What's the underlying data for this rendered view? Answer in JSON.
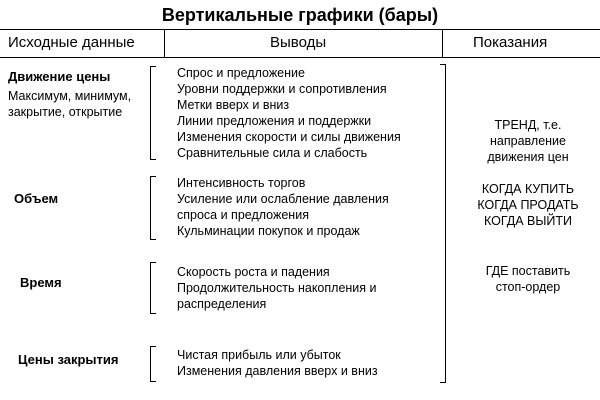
{
  "title": "Вертикальные графики (бары)",
  "headers": {
    "inputs": "Исходные данные",
    "outputs": "Выводы",
    "indications": "Показания"
  },
  "rows": [
    {
      "category": "Движение цены",
      "details": "Максимум, минимум,\nзакрытие, открытие",
      "items": "Спрос и предложение\nУровни поддержки и сопротивления\nМетки вверх и вниз\nЛинии предложения и поддержки\nИзменения скорости и силы движения\nСравнительные сила и слабость"
    },
    {
      "category": "Объем",
      "items": "Интенсивность торгов\nУсиление или ослабление давления\nспроса и предложения\nКульминации покупок и продаж"
    },
    {
      "category": "Время",
      "items": "Скорость роста и падения\nПродолжительность накопления и\nраспределения"
    },
    {
      "category": "Цены закрытия",
      "items": "Чистая прибыль или убыток\nИзменения давления вверх и вниз"
    }
  ],
  "indications": [
    "ТРЕНД, т.е.\nнаправление\nдвижения цен",
    "КОГДА КУПИТЬ\nКОГДА ПРОДАТЬ\nКОГДА ВЫЙТИ",
    "ГДЕ поставить\nстоп-ордер"
  ]
}
